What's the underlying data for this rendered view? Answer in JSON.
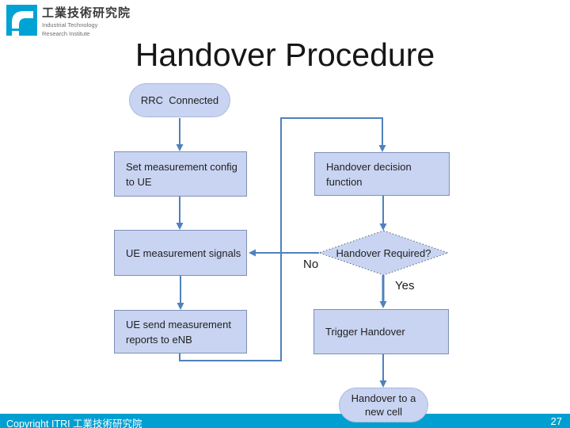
{
  "slide": {
    "title": "Handover Procedure",
    "footer": "Copyright ITRI 工業技術研究院",
    "page_number": "27"
  },
  "logo": {
    "name_zh": "工業技術研究院",
    "name_en_line1": "Industrial Technology",
    "name_en_line2": "Research Institute"
  },
  "flowchart": {
    "nodes": {
      "start": "RRC  Connected",
      "set_config": "Set measurement config to UE",
      "ue_signals": "UE measurement signals",
      "ue_reports": "UE send measurement reports to eNB",
      "decision": "Handover decision function",
      "required": "Handover Required?",
      "trigger": "Trigger Handover",
      "end": "Handover to a new cell"
    },
    "labels": {
      "no": "No",
      "yes": "Yes"
    }
  },
  "colors": {
    "node_fill": "#c8d4f1",
    "node_border": "#7d90b5",
    "connector": "#4f81bd",
    "footer_bar": "#009fd1",
    "logo_cyan": "#00a3d4"
  }
}
